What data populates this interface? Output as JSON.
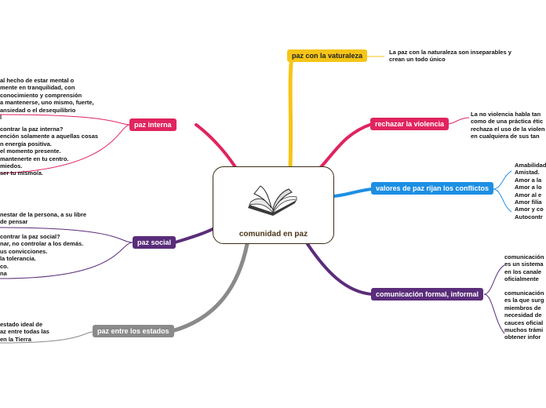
{
  "central": {
    "title": "comunidad en paz",
    "icon": "open-book-icon"
  },
  "topics": [
    {
      "key": "vaturaleza",
      "label": "paz con la vaturaleza",
      "color": "#f5c518",
      "text_color": "#222222",
      "leaf": [
        "La paz con la naturaleza son inseparables y",
        "crean un todo único"
      ]
    },
    {
      "key": "violencia",
      "label": "rechazar la violencia",
      "color": "#e0245e",
      "text_color": "#ffffff",
      "leaf": [
        "La no violencia habla tan",
        "como de una práctica étic",
        "rechaza el uso de la violen",
        "en cualquiera de sus tan"
      ]
    },
    {
      "key": "valores",
      "label": "valores de paz rijan los conflictos",
      "color": "#1d8fe3",
      "text_color": "#ffffff",
      "leaf": [
        "Amabilidad",
        "Amistad.",
        "Amor a la",
        "Amor a lo",
        "Amor al e",
        "Amor filia",
        "Amor y co",
        "Autocontr"
      ]
    },
    {
      "key": "comunicacion",
      "label": "comunicación formal, informal",
      "color": "#5a2d7a",
      "text_color": "#ffffff",
      "leaf_a": [
        "comunicación",
        "es un sistema",
        "en los canale",
        "oficialmente"
      ],
      "leaf_b": [
        "comunicación",
        "es la que surg",
        "miembros de",
        "necesidad de",
        "cauces oficial",
        "muchos trámi",
        "obtener infor"
      ]
    },
    {
      "key": "interna",
      "label": "paz interna",
      "color": "#e0245e",
      "text_color": "#ffffff",
      "leaf_a": [
        "al hecho de estar mental o",
        "mente en tranquilidad, con",
        "conocimiento y comprensión",
        "a mantenerse, uno mismo, fuerte,",
        "ansiedad o el desequilibrio",
        "l"
      ],
      "leaf_b": [
        "contrar la paz interna?",
        "ención solamente a aquellas cosas",
        "n energía positiva.",
        "el momento presente.",
        "mantenerte en tu centro.",
        "miedos.",
        "ser tu mismo/a."
      ]
    },
    {
      "key": "social",
      "label": "paz social",
      "color": "#5a2d7a",
      "text_color": "#ffffff",
      "leaf_a": [
        "nestar de la persona, a su libre",
        "de pensar"
      ],
      "leaf_b": [
        "contrar la paz social?",
        "nar, no controlar a los demás.",
        "us convicciones.",
        "la tolerancia.",
        "co.",
        "na"
      ]
    },
    {
      "key": "estados",
      "label": "paz entre los estados",
      "color": "#8a8a8a",
      "text_color": "#ffffff",
      "leaf": [
        "estado ideal de",
        "az entre todas las",
        "en la Tierra"
      ]
    }
  ]
}
